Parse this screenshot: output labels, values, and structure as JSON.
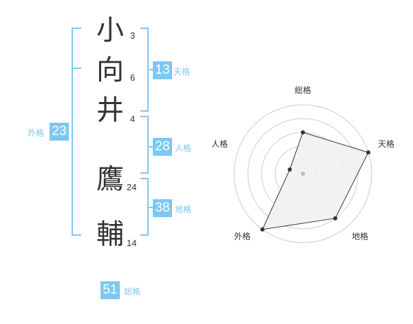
{
  "name_chars": [
    {
      "char": "小",
      "strokes": "3"
    },
    {
      "char": "向",
      "strokes": "6"
    },
    {
      "char": "井",
      "strokes": "4"
    },
    {
      "char": "鷹",
      "strokes": "24"
    },
    {
      "char": "輔",
      "strokes": "14"
    }
  ],
  "scores": {
    "tenkaku": {
      "value": "13",
      "label": "天格"
    },
    "jinkaku": {
      "value": "28",
      "label": "人格"
    },
    "chikaku": {
      "value": "38",
      "label": "地格"
    },
    "gaikaku": {
      "value": "23",
      "label": "外格"
    },
    "soukaku": {
      "value": "51",
      "label": "総格"
    }
  },
  "chart_data": {
    "type": "radar",
    "axes": [
      "総格",
      "天格",
      "地格",
      "外格",
      "人格"
    ],
    "levels": 5,
    "values": [
      3,
      5,
      4,
      5,
      1
    ],
    "max": 5,
    "grid": true,
    "colors": {
      "fill": "#f0f0f0",
      "stroke": "#333333",
      "grid": "#cccccc",
      "point": "#333333",
      "center": "#bbbbbb"
    }
  },
  "colors": {
    "accent": "#7dc8f0",
    "text": "#333333"
  }
}
